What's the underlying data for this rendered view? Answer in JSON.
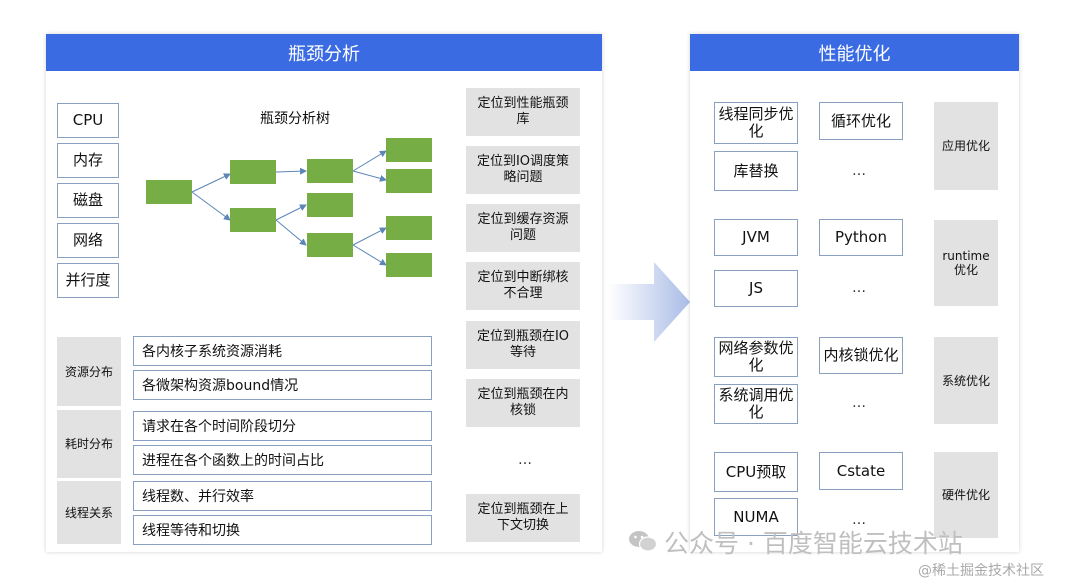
{
  "left_panel": {
    "title": "瓶颈分析",
    "resources": [
      "CPU",
      "内存",
      "磁盘",
      "网络",
      "并行度"
    ],
    "tree_title": "瓶颈分析树",
    "locations": [
      "定位到性能瓶颈库",
      "定位到IO调度策略问题",
      "定位到缓存资源问题",
      "定位到中断绑核不合理",
      "定位到瓶颈在IO等待",
      "定位到瓶颈在内核锁",
      "…",
      "定位到瓶颈在上下文切换"
    ],
    "groups": [
      {
        "label": "资源分布",
        "items": [
          "各内核子系统资源消耗",
          "各微架构资源bound情况"
        ]
      },
      {
        "label": "耗时分布",
        "items": [
          "请求在各个时间阶段切分",
          "进程在各个函数上的时间占比"
        ]
      },
      {
        "label": "线程关系",
        "items": [
          "线程数、并行效率",
          "线程等待和切换"
        ]
      }
    ]
  },
  "right_panel": {
    "title": "性能优化",
    "rows": [
      {
        "items": [
          "线程同步优化",
          "循环优化",
          "库替换",
          "…"
        ],
        "category": "应用优化"
      },
      {
        "items": [
          "JVM",
          "Python",
          "JS",
          "…"
        ],
        "category": "runtime优化"
      },
      {
        "items": [
          "网络参数优化",
          "内核锁优化",
          "系统调用优化",
          "…"
        ],
        "category": "系统优化"
      },
      {
        "items": [
          "CPU预取",
          "Cstate",
          "NUMA",
          "…"
        ],
        "category": "硬件优化"
      }
    ]
  },
  "watermark": {
    "main": "公众号 · 百度智能云技术站",
    "sub": "@稀土掘金技术社区"
  },
  "colors": {
    "header": "#3a6be3",
    "tree_node": "#77ad45",
    "gray_box": "#e2e2e2",
    "arrow": "#b9c9ec"
  }
}
